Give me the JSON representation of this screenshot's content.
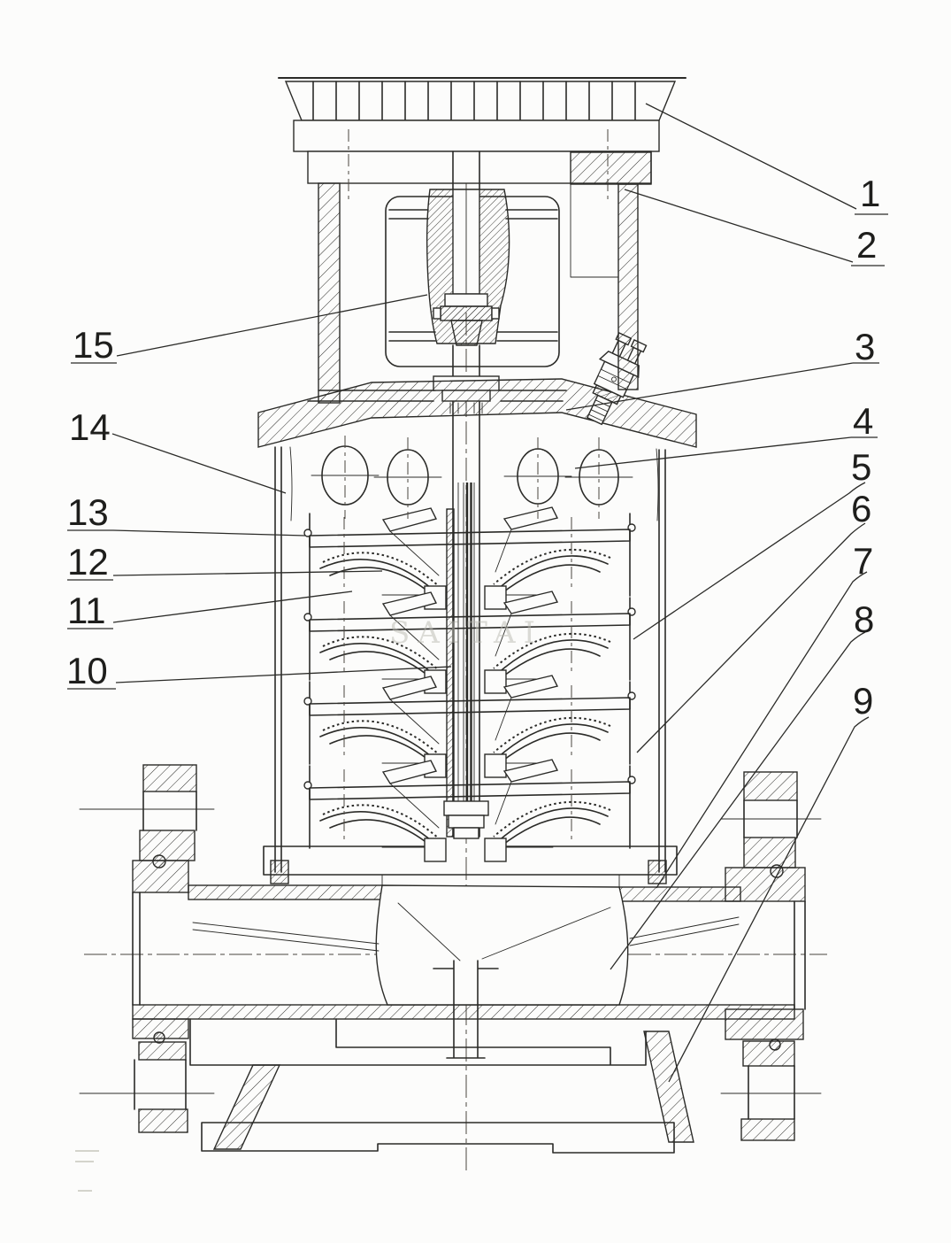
{
  "drawing": {
    "watermark": {
      "text": "SAITAI"
    },
    "callouts": {
      "c1": {
        "label": "1"
      },
      "c2": {
        "label": "2"
      },
      "c3": {
        "label": "3"
      },
      "c4": {
        "label": "4"
      },
      "c5": {
        "label": "5"
      },
      "c6": {
        "label": "6"
      },
      "c7": {
        "label": "7"
      },
      "c8": {
        "label": "8"
      },
      "c9": {
        "label": "9"
      },
      "c10": {
        "label": "10"
      },
      "c11": {
        "label": "11"
      },
      "c12": {
        "label": "12"
      },
      "c13": {
        "label": "13"
      },
      "c14": {
        "label": "14"
      },
      "c15": {
        "label": "15"
      }
    },
    "colors": {
      "line": "#2b2b28",
      "background": "#fcfcfb",
      "watermark": "#b9b9b1"
    }
  }
}
